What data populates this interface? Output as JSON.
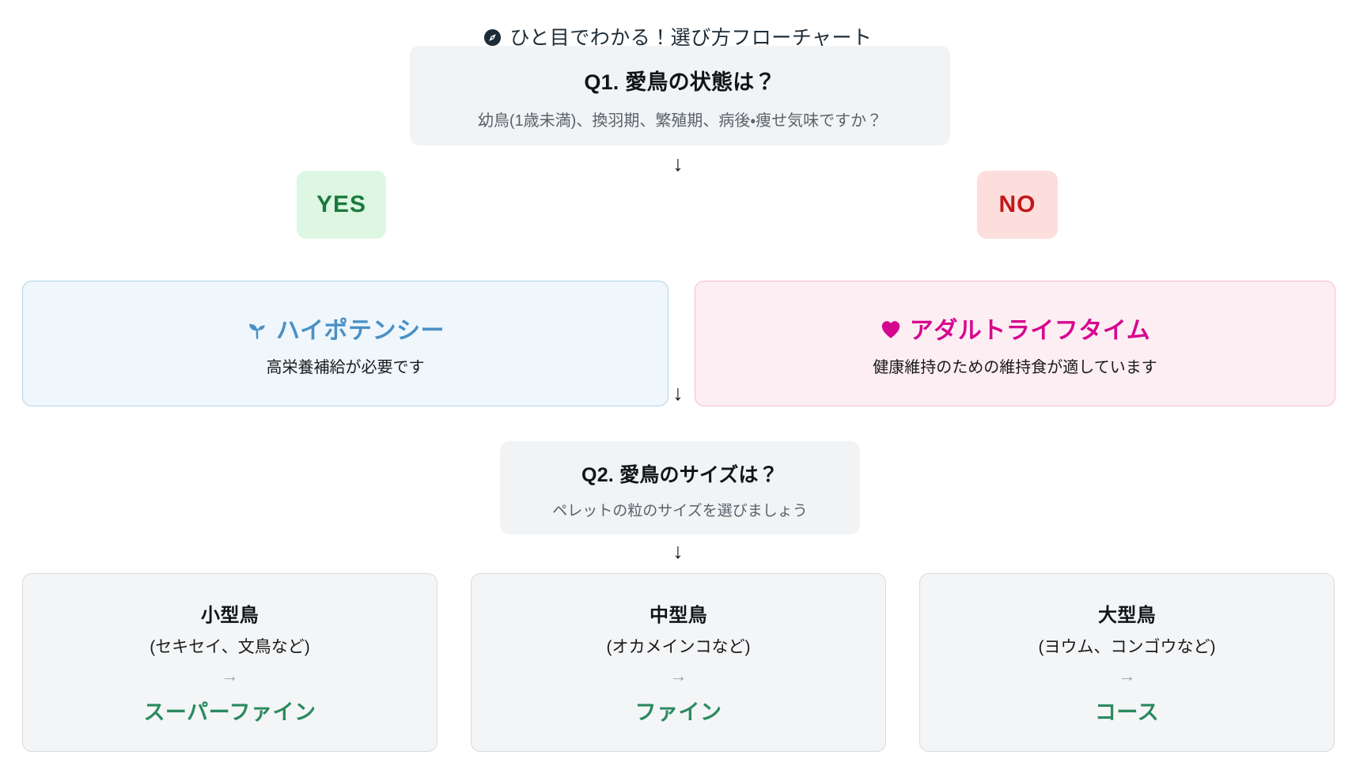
{
  "title": {
    "icon": "compass-icon",
    "text": "ひと目でわかる！選び方フローチャート"
  },
  "q1": {
    "question": "Q1. 愛鳥の状態は？",
    "detail": "幼鳥(1歳未満)、換羽期、繁殖期、病後・痩せ気味ですか？"
  },
  "branch": {
    "yes_label": "YES",
    "no_label": "NO",
    "arrow_glyph": "↓"
  },
  "results": {
    "yes": {
      "icon": "sprout-icon",
      "name": "ハイポテンシー",
      "description": "高栄養補給が必要です",
      "accent_color": "#4a90c4",
      "background_color": "#eff6fc",
      "border_color": "#aed6e8"
    },
    "no": {
      "icon": "heart-icon",
      "name": "アダルトライフタイム",
      "description": "健康維持のための維持食が適しています",
      "accent_color": "#d6078f",
      "background_color": "#fdeef4",
      "border_color": "#f6bdd0"
    }
  },
  "q2": {
    "question": "Q2. 愛鳥のサイズは？",
    "detail": "ペレットの粒のサイズを選びましょう"
  },
  "sizes": [
    {
      "title": "小型鳥",
      "examples": "(セキセイ、文鳥など)",
      "arrow": "→",
      "product": "スーパーファイン"
    },
    {
      "title": "中型鳥",
      "examples": "(オカメインコなど)",
      "arrow": "→",
      "product": "ファイン"
    },
    {
      "title": "大型鳥",
      "examples": "(ヨウム、コンゴウなど)",
      "arrow": "→",
      "product": "コース"
    }
  ],
  "colors": {
    "yes_badge_bg": "#ddf7e3",
    "yes_badge_text": "#1a7a3c",
    "no_badge_bg": "#fcdedd",
    "no_badge_text": "#c4171a",
    "question_bg": "#f1f3f5",
    "size_card_bg": "#f4f5f7",
    "product_green": "#2a8a5f"
  }
}
